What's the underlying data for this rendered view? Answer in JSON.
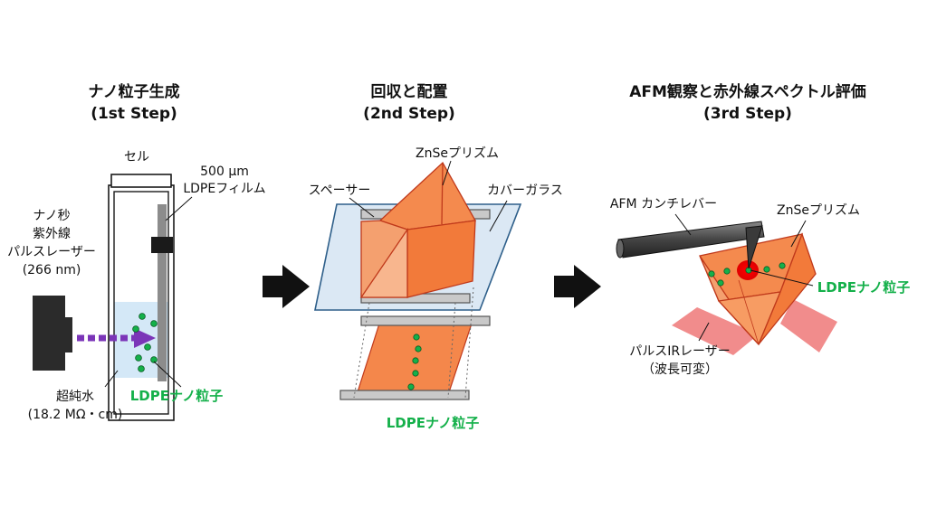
{
  "steps": [
    {
      "title": "ナノ粒子生成",
      "subtitle": "(1st Step)"
    },
    {
      "title": "回収と配置",
      "subtitle": "(2nd Step)"
    },
    {
      "title": "AFM観察と赤外線スペクトル評価",
      "subtitle": "(3rd Step)"
    }
  ],
  "step1": {
    "cell": "セル",
    "film": [
      "500 µm",
      "LDPEフィルム"
    ],
    "laser": [
      "ナノ秒",
      "紫外線",
      "パルスレーザー",
      "(266 nm)"
    ],
    "water": [
      "超純水",
      "(18.2 MΩ・cm)"
    ],
    "particles": "LDPEナノ粒子"
  },
  "step2": {
    "prism": "ZnSeプリズム",
    "spacer": "スペーサー",
    "cover": "カバーガラス",
    "particles": "LDPEナノ粒子"
  },
  "step3": {
    "afm": "AFM カンチレバー",
    "prism": "ZnSeプリズム",
    "particles": "LDPEナノ粒子",
    "laser": [
      "パルスIRレーザー",
      "（波長可変）"
    ]
  },
  "colors": {
    "particle_label": "#14b04a",
    "prism_orange": "#f4874b",
    "prism_edge": "#c0391b",
    "laser_purple": "#7b35b8",
    "ir_laser": "#f08080"
  }
}
